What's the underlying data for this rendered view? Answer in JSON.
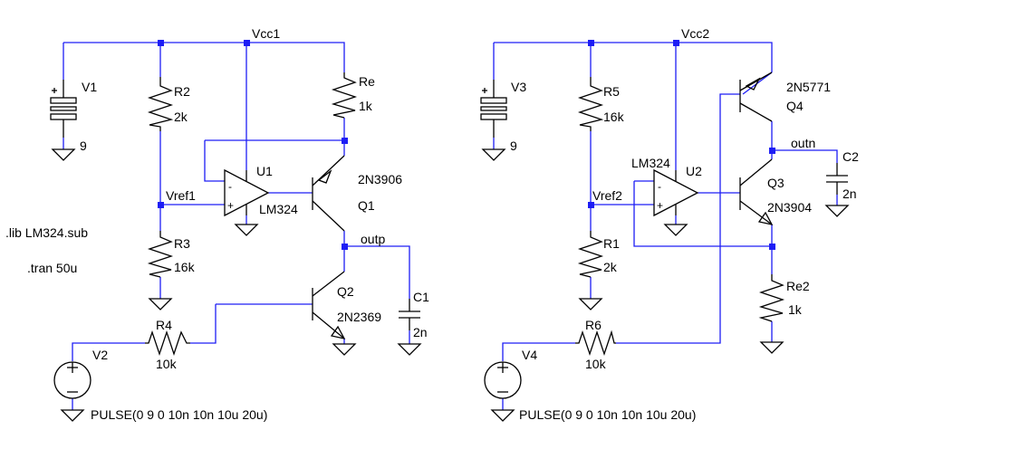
{
  "circuit1": {
    "supply_net": "Vcc1",
    "v1": {
      "name": "V1",
      "value": "9"
    },
    "r2": {
      "name": "R2",
      "value": "2k"
    },
    "re": {
      "name": "Re",
      "value": "1k"
    },
    "r3": {
      "name": "R3",
      "value": "16k"
    },
    "r4": {
      "name": "R4",
      "value": "10k"
    },
    "u1": {
      "name": "U1",
      "value": "LM324"
    },
    "q1": {
      "name": "Q1",
      "value": "2N3906"
    },
    "q2": {
      "name": "Q2",
      "value": "2N2369"
    },
    "c1": {
      "name": "C1",
      "value": "2n"
    },
    "v2": {
      "name": "V2",
      "value": "PULSE(0 9 0 10n 10n 10u 20u)"
    },
    "vref_net": "Vref1",
    "out_net": "outp",
    "directive_lib": ".lib LM324.sub",
    "directive_tran": ".tran 50u"
  },
  "circuit2": {
    "supply_net": "Vcc2",
    "v3": {
      "name": "V3",
      "value": "9"
    },
    "r5": {
      "name": "R5",
      "value": "16k"
    },
    "r1": {
      "name": "R1",
      "value": "2k"
    },
    "r6": {
      "name": "R6",
      "value": "10k"
    },
    "re2": {
      "name": "Re2",
      "value": "1k"
    },
    "u2": {
      "name": "U2",
      "value": "LM324"
    },
    "q4": {
      "name": "Q4",
      "value": "2N5771"
    },
    "q3": {
      "name": "Q3",
      "value": "2N3904"
    },
    "c2": {
      "name": "C2",
      "value": "2n"
    },
    "v4": {
      "name": "V4",
      "value": "PULSE(0 9 0 10n 10n 10u 20u)"
    },
    "vref_net": "Vref2",
    "out_net": "outn"
  },
  "pin_labels": {
    "plus": "+",
    "minus": "-"
  },
  "colors": {
    "wire": "#1d1df5",
    "component": "#000000",
    "background": "#ffffff"
  }
}
